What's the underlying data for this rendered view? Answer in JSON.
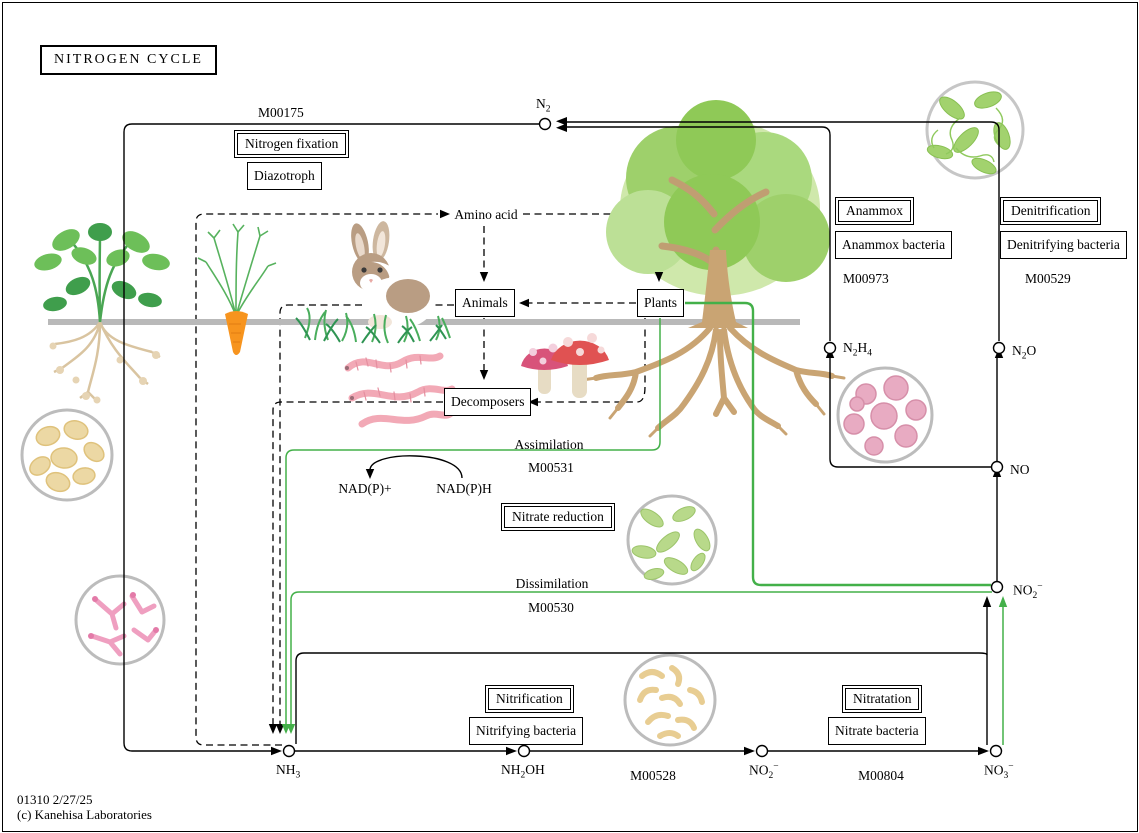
{
  "header": {
    "title": "NITROGEN  CYCLE"
  },
  "footer": {
    "map_id": "01310 2/27/25",
    "copyright": "(c) Kanehisa Laboratories"
  },
  "boxes": {
    "nitrogen_fixation": "Nitrogen fixation",
    "diazotroph": "Diazotroph",
    "anammox": "Anammox",
    "anammox_bacteria": "Anammox bacteria",
    "denitrification": "Denitrification",
    "denitrifying_bacteria": "Denitrifying bacteria",
    "nitrate_reduction": "Nitrate reduction",
    "nitrification": "Nitrification",
    "nitrifying_bacteria": "Nitrifying bacteria",
    "nitratation": "Nitratation",
    "nitrate_bacteria": "Nitrate bacteria",
    "animals": "Animals",
    "plants": "Plants",
    "decomposers": "Decomposers"
  },
  "labels": {
    "amino_acid": "Amino acid",
    "assimilation": "Assimilation",
    "dissimilation": "Dissimilation",
    "nadp_plus": "NAD(P)+",
    "nadp_h": "NAD(P)H"
  },
  "modules": {
    "nitrogen_fixation": "M00175",
    "anammox": "M00973",
    "denitrification": "M00529",
    "assimilation": "M00531",
    "dissimilation": "M00530",
    "nitrification": "M00528",
    "nitratation": "M00804"
  },
  "compounds": {
    "n2": {
      "b1": "N",
      "s1": "2"
    },
    "n2h4": {
      "b1": "N",
      "s1": "2",
      "b2": "H",
      "s2": "4"
    },
    "n2o": {
      "b1": "N",
      "s1": "2",
      "b2": "O"
    },
    "no": {
      "b1": "NO"
    },
    "no2": {
      "b1": "NO",
      "s1": "2",
      "sup1": "−"
    },
    "no3": {
      "b1": "NO",
      "s1": "3",
      "sup1": "−"
    },
    "nh3": {
      "b1": "NH",
      "s1": "3"
    },
    "nh2oh": {
      "b1": "NH",
      "s1": "2",
      "b2": "OH"
    }
  },
  "colors": {
    "pathway_green": "#43b049",
    "ground_gray": "#b9b9b9",
    "line_black": "#000000"
  }
}
